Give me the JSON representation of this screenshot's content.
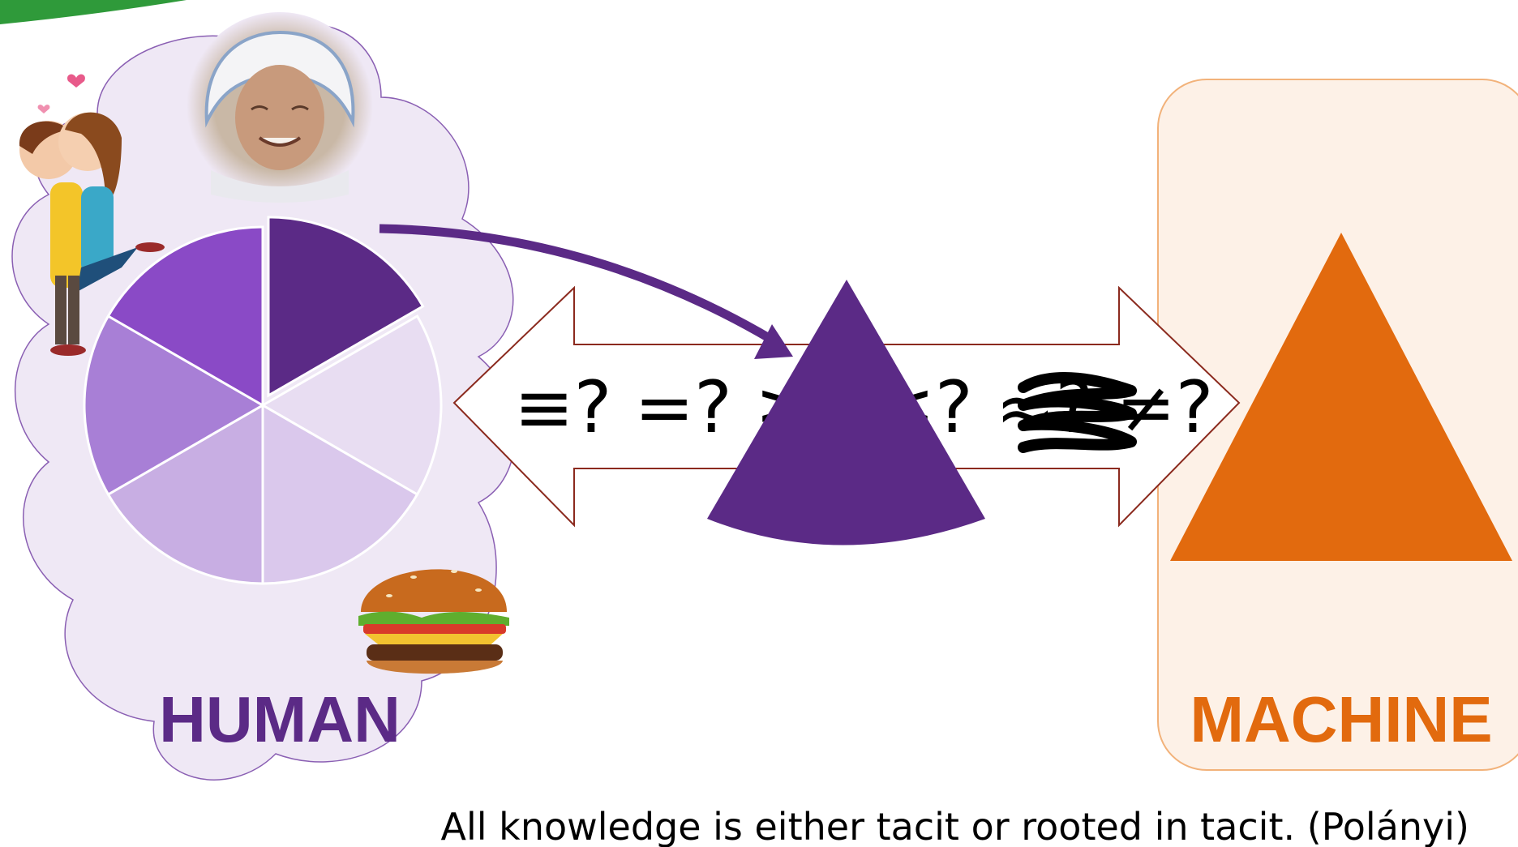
{
  "human": {
    "label": "HUMAN",
    "color": "#5b2a86",
    "cloud_fill": "#efe8f5",
    "cloud_stroke": "#7a4fa3",
    "pie": {
      "slices": 6,
      "highlighted_slice": 1,
      "colors": [
        "#5b2a86",
        "#e8ddf2",
        "#dac8ec",
        "#c8aee3",
        "#a87fd6",
        "#8a4ac6"
      ]
    },
    "images": [
      "portrait-photo",
      "kissing-couple-cartoon",
      "hamburger"
    ]
  },
  "machine": {
    "label": "MACHINE",
    "color": "#e26a0e",
    "panel_fill": "#fdf1e7",
    "panel_stroke": "#f2b27a"
  },
  "relation": {
    "symbols_text": "≡? =? ≥? ≤? ≈? ≠?",
    "crossed_out_symbol": "≈?",
    "arrow_stroke": "#8b2a1e",
    "slice_color": "#5b2a86"
  },
  "caption": "All knowledge is either tacit or rooted in tacit. (Polányi)"
}
